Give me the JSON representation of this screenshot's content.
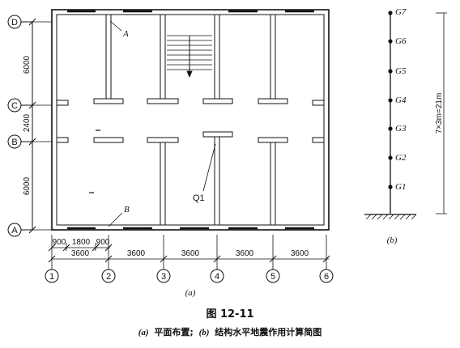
{
  "figure": {
    "title": "图 12-11",
    "caption_a_tag": "(a)",
    "caption_a_text": "平面布置;",
    "caption_b_tag": "(b)",
    "caption_b_text": "结构水平地震作用计算简图"
  },
  "plan": {
    "subfigure_label": "(a)",
    "axis_rows": [
      "D",
      "C",
      "B",
      "A"
    ],
    "axis_columns": [
      "1",
      "2",
      "3",
      "4",
      "5",
      "6"
    ],
    "row_dimensions": [
      "6000",
      "2400",
      "6000"
    ],
    "bottom_dims_first_bay": [
      "900",
      "1800",
      "900"
    ],
    "bottom_dims_bays": [
      "3600",
      "3600",
      "3600",
      "3600",
      "3600"
    ],
    "labels": {
      "a": "A",
      "b": "B",
      "q1": "Q1"
    }
  },
  "model": {
    "subfigure_label": "(b)",
    "masses": [
      "G7",
      "G6",
      "G5",
      "G4",
      "G3",
      "G2",
      "G1"
    ],
    "height_label": "7×3m=21m"
  }
}
